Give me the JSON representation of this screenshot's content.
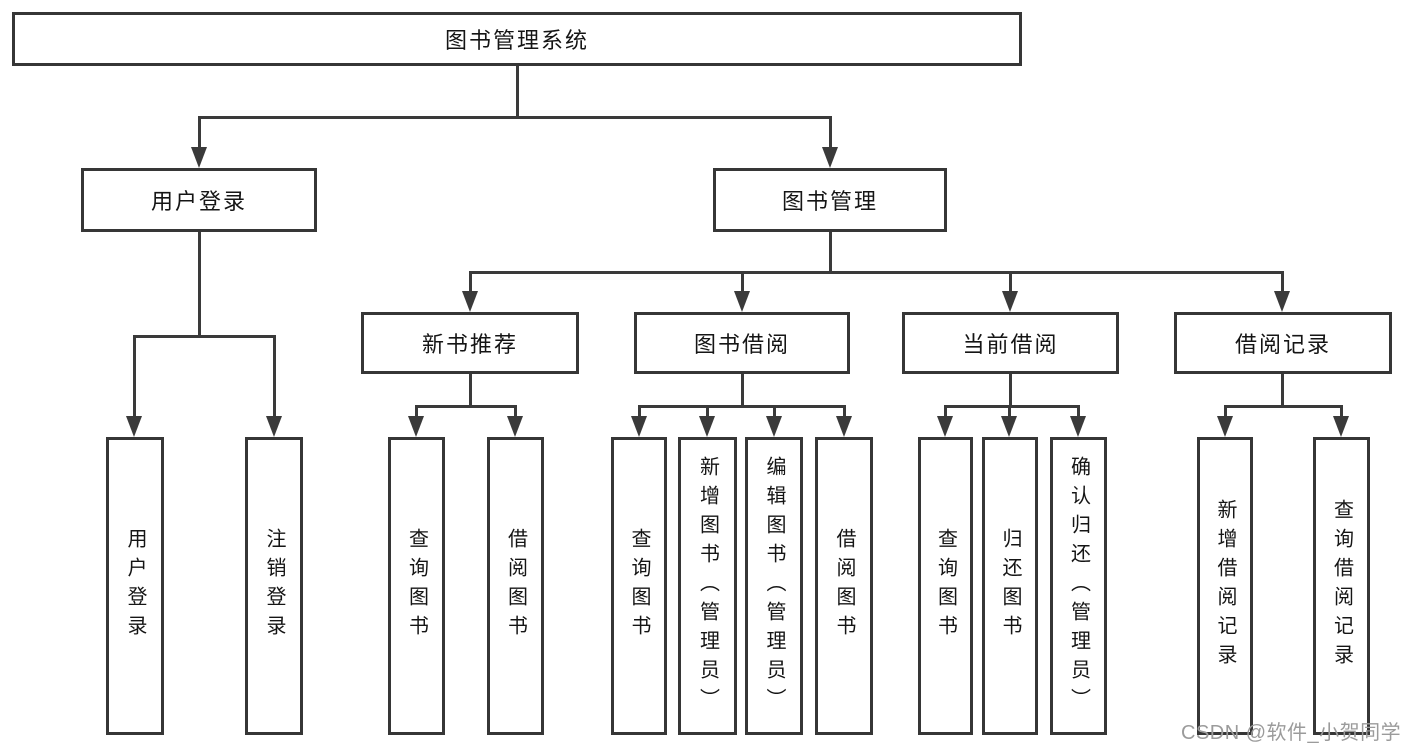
{
  "tree": {
    "label": "图书管理系统",
    "children": [
      {
        "label": "用户登录",
        "children": [
          {
            "label": "用户登录"
          },
          {
            "label": "注销登录"
          }
        ]
      },
      {
        "label": "图书管理",
        "children": [
          {
            "label": "新书推荐",
            "children": [
              {
                "label": "查询图书"
              },
              {
                "label": "借阅图书"
              }
            ]
          },
          {
            "label": "图书借阅",
            "children": [
              {
                "label": "查询图书"
              },
              {
                "label": "新增图书（管理员）"
              },
              {
                "label": "编辑图书（管理员）"
              },
              {
                "label": "借阅图书"
              }
            ]
          },
          {
            "label": "当前借阅",
            "children": [
              {
                "label": "查询图书"
              },
              {
                "label": "归还图书"
              },
              {
                "label": "确认归还（管理员）"
              }
            ]
          },
          {
            "label": "借阅记录",
            "children": [
              {
                "label": "新增借阅记录"
              },
              {
                "label": "查询借阅记录"
              }
            ]
          }
        ]
      }
    ]
  },
  "watermark": {
    "text": "CSDN @软件_小贺同学"
  },
  "colors": {
    "line": "#3a3a3a",
    "box_border": "#363636",
    "text": "#151515",
    "watermark": "#9b9b9b",
    "background": "#ffffff"
  }
}
